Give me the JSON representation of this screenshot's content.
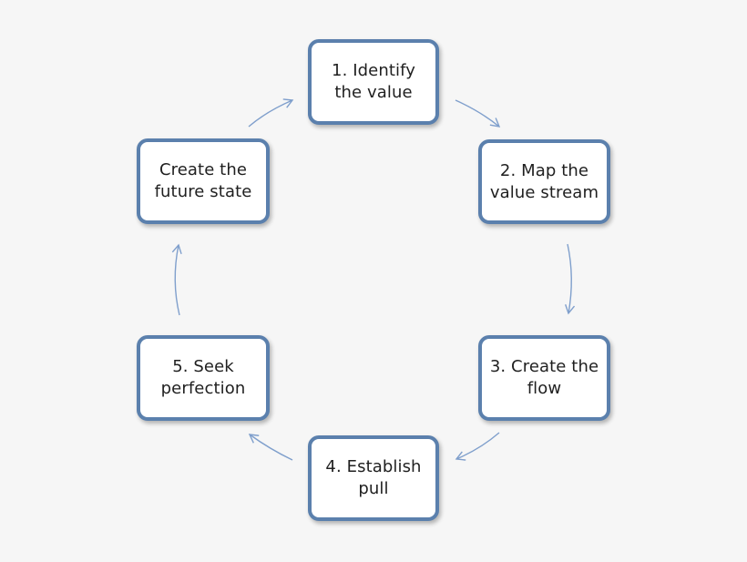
{
  "steps": [
    {
      "line1": "1. Identify",
      "line2": "the value"
    },
    {
      "line1": "2. Map the",
      "line2": "value stream"
    },
    {
      "line1": "3. Create the",
      "line2": "flow"
    },
    {
      "line1": "4. Establish",
      "line2": "pull"
    },
    {
      "line1": "5. Seek",
      "line2": "perfection"
    },
    {
      "line1": "Create the",
      "line2": "future state"
    }
  ],
  "colors": {
    "box_border": "#5b80ad",
    "arrow": "#7f9fcc",
    "background": "#f6f6f6",
    "text": "#1f1f1f"
  }
}
